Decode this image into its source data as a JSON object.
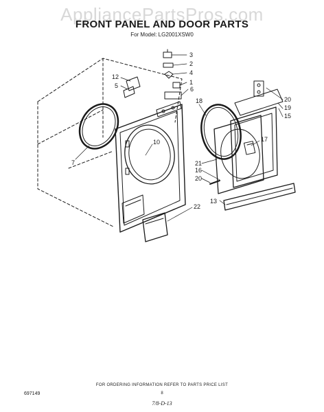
{
  "watermark": "AppliancePartsPros.com",
  "title": "FRONT PANEL AND DOOR PARTS",
  "model": "For Model: LG2001XSW0",
  "footer": "FOR ORDERING INFORMATION REFER TO PARTS PRICE LIST",
  "page_number": "8",
  "doc_number": "697149",
  "handwritten_code": "7/8-D-13",
  "callouts": {
    "c3": "3",
    "c2": "2",
    "c4": "4",
    "c1": "1",
    "c6": "6",
    "c12": "12",
    "c5": "5",
    "c7": "7",
    "c10": "10",
    "c18": "18",
    "c20a": "20",
    "c19": "19",
    "c15": "15",
    "c17": "17",
    "c21": "21",
    "c16": "16",
    "c20b": "20",
    "c22": "22",
    "c13": "13"
  }
}
